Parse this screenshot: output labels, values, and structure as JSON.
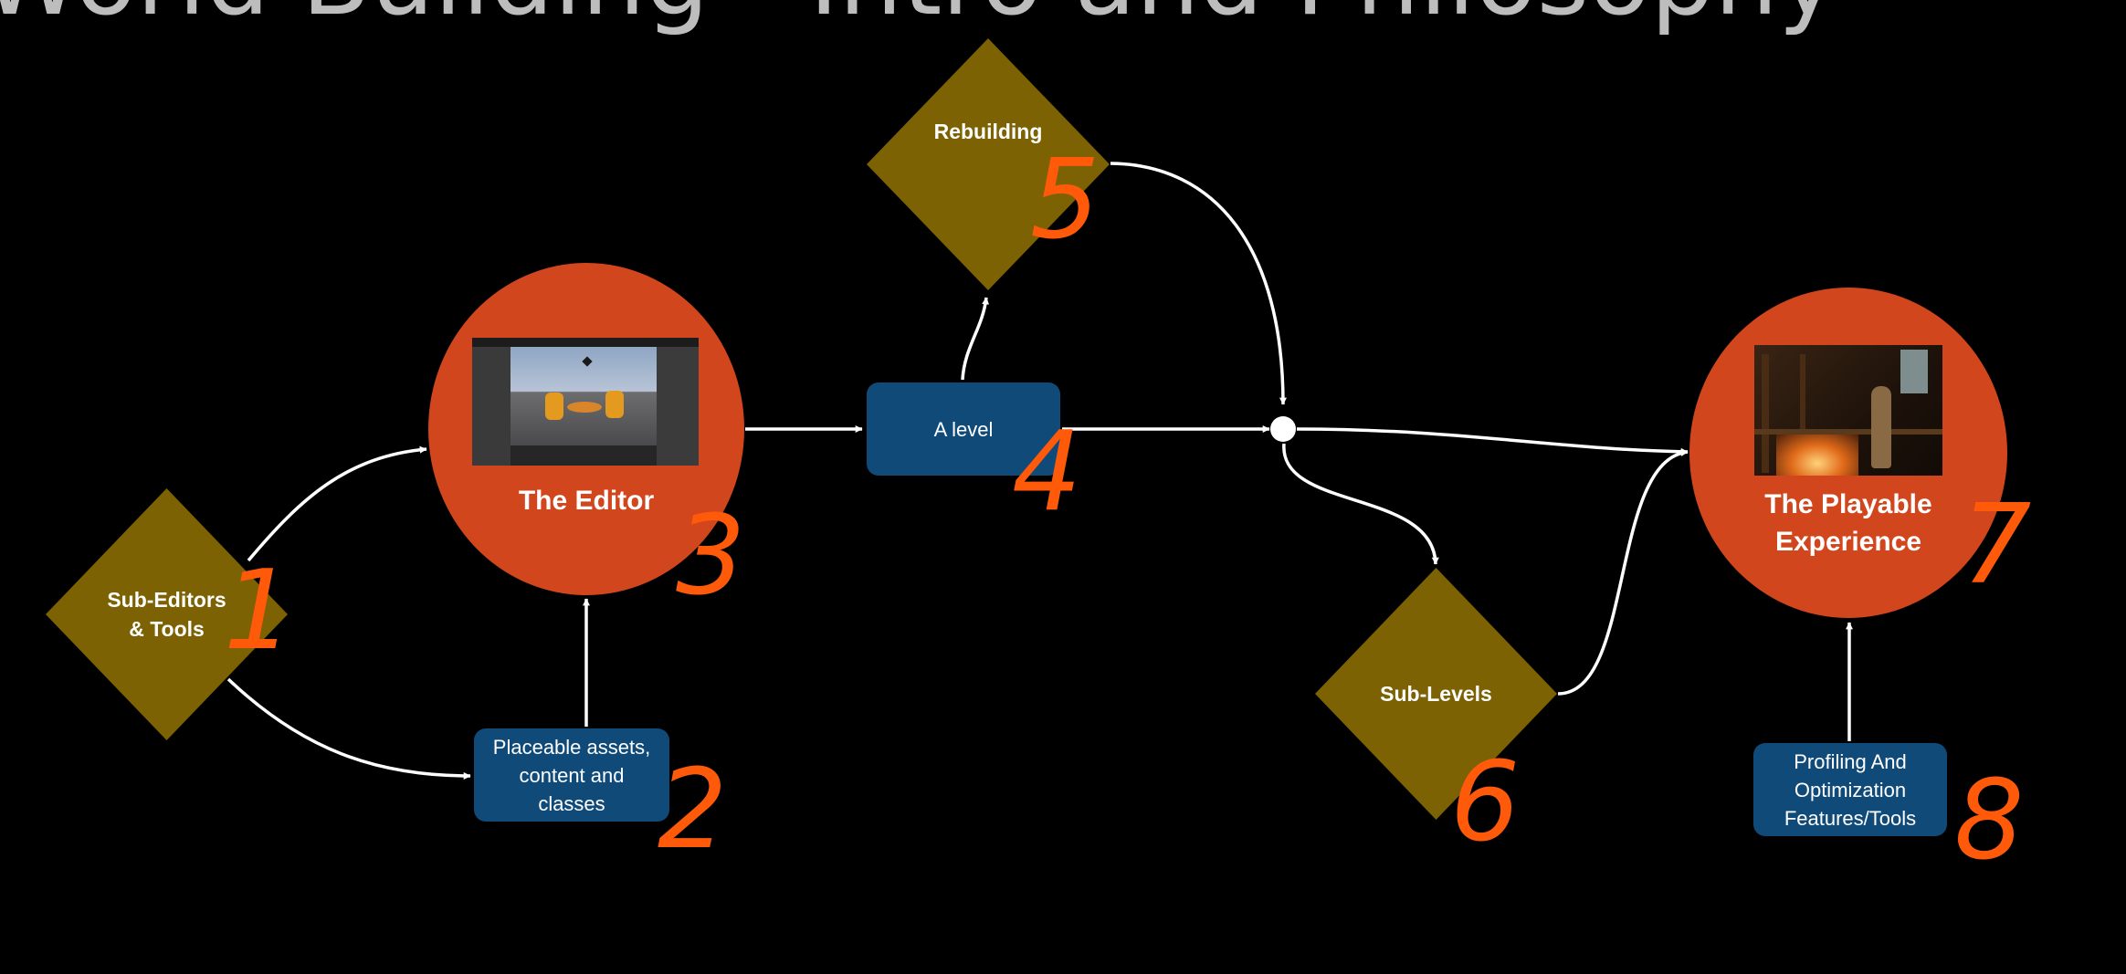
{
  "title": "World Building - Intro and Philosophy",
  "nodes": {
    "sub_editors": {
      "label": "Sub-Editors\n& Tools",
      "number": "1"
    },
    "placeable_assets": {
      "label": "Placeable assets,\ncontent and\nclasses",
      "number": "2"
    },
    "the_editor": {
      "label": "The Editor",
      "number": "3"
    },
    "a_level": {
      "label": "A level",
      "number": "4"
    },
    "rebuilding": {
      "label": "Rebuilding",
      "number": "5"
    },
    "sub_levels": {
      "label": "Sub-Levels",
      "number": "6"
    },
    "playable": {
      "label": "The Playable\nExperience",
      "number": "7"
    },
    "profiling": {
      "label": "Profiling And\nOptimization\nFeatures/Tools",
      "number": "8"
    }
  },
  "colors": {
    "background": "#000000",
    "diamond": "#7d6203",
    "circle": "#d2461d",
    "box": "#104a79",
    "annotation": "#ff5a0a",
    "connector": "#ffffff"
  },
  "connections": [
    {
      "from": "sub_editors",
      "to": "the_editor"
    },
    {
      "from": "sub_editors",
      "to": "placeable_assets"
    },
    {
      "from": "placeable_assets",
      "to": "the_editor"
    },
    {
      "from": "the_editor",
      "to": "a_level"
    },
    {
      "from": "a_level",
      "to": "rebuilding"
    },
    {
      "from": "a_level",
      "to": "junction"
    },
    {
      "from": "rebuilding",
      "to": "junction"
    },
    {
      "from": "junction",
      "to": "sub_levels"
    },
    {
      "from": "junction",
      "to": "playable"
    },
    {
      "from": "sub_levels",
      "to": "playable"
    },
    {
      "from": "profiling",
      "to": "playable"
    }
  ]
}
